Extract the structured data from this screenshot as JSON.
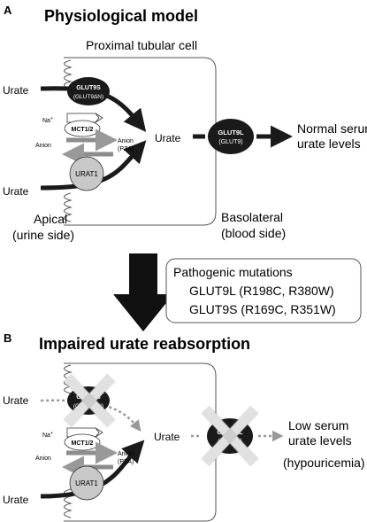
{
  "panel_a": {
    "letter": "A",
    "title": "Physiological model",
    "cell_label": "Proximal tubular cell",
    "urate_top": "Urate",
    "urate_bottom": "Urate",
    "urate_center": "Urate",
    "glut9s_line1": "GLUT9S",
    "glut9s_line2": "(GLUT9ΔN)",
    "na": "Na",
    "na_sup": "+",
    "mct": "MCT1/2",
    "anion_left": "Anion",
    "anion_right_1": "Anion",
    "anion_right_2": "(PZA)",
    "urat1": "URAT1",
    "glut9l_line1": "GLUT9L",
    "glut9l_line2": "(GLUT9)",
    "result_line1": "Normal serum",
    "result_line2": "urate levels",
    "apical_line1": "Apical",
    "apical_line2": "(urine side)",
    "basolateral_line1": "Basolateral",
    "basolateral_line2": "(blood side)"
  },
  "mutations": {
    "title": "Pathogenic mutations",
    "line1": "GLUT9L (R198C, R380W)",
    "line2": "GLUT9S (R169C, R351W)"
  },
  "panel_b": {
    "letter": "B",
    "title": "Impaired urate reabsorption",
    "urate_top": "Urate",
    "urate_bottom": "Urate",
    "urate_center": "Urate",
    "glut9s_line1": "GLUT9S",
    "glut9s_line2": "(GLUT9ΔN)",
    "na": "Na",
    "na_sup": "+",
    "mct": "MCT1/2",
    "anion_left": "Anion",
    "anion_right_1": "Anion",
    "anion_right_2": "(PZA)",
    "urat1": "URAT1",
    "glut9l_line1": "GLUT9L",
    "glut9l_line2": "(GLUT9)",
    "result_line1": "Low serum",
    "result_line2": "urate levels",
    "result_line3": "(hypouricemia)"
  },
  "colors": {
    "dark": "#1a1a1a",
    "gray_arrow": "#8c8c8c",
    "urat1_fill": "#c8c8c8",
    "line": "#555555"
  }
}
